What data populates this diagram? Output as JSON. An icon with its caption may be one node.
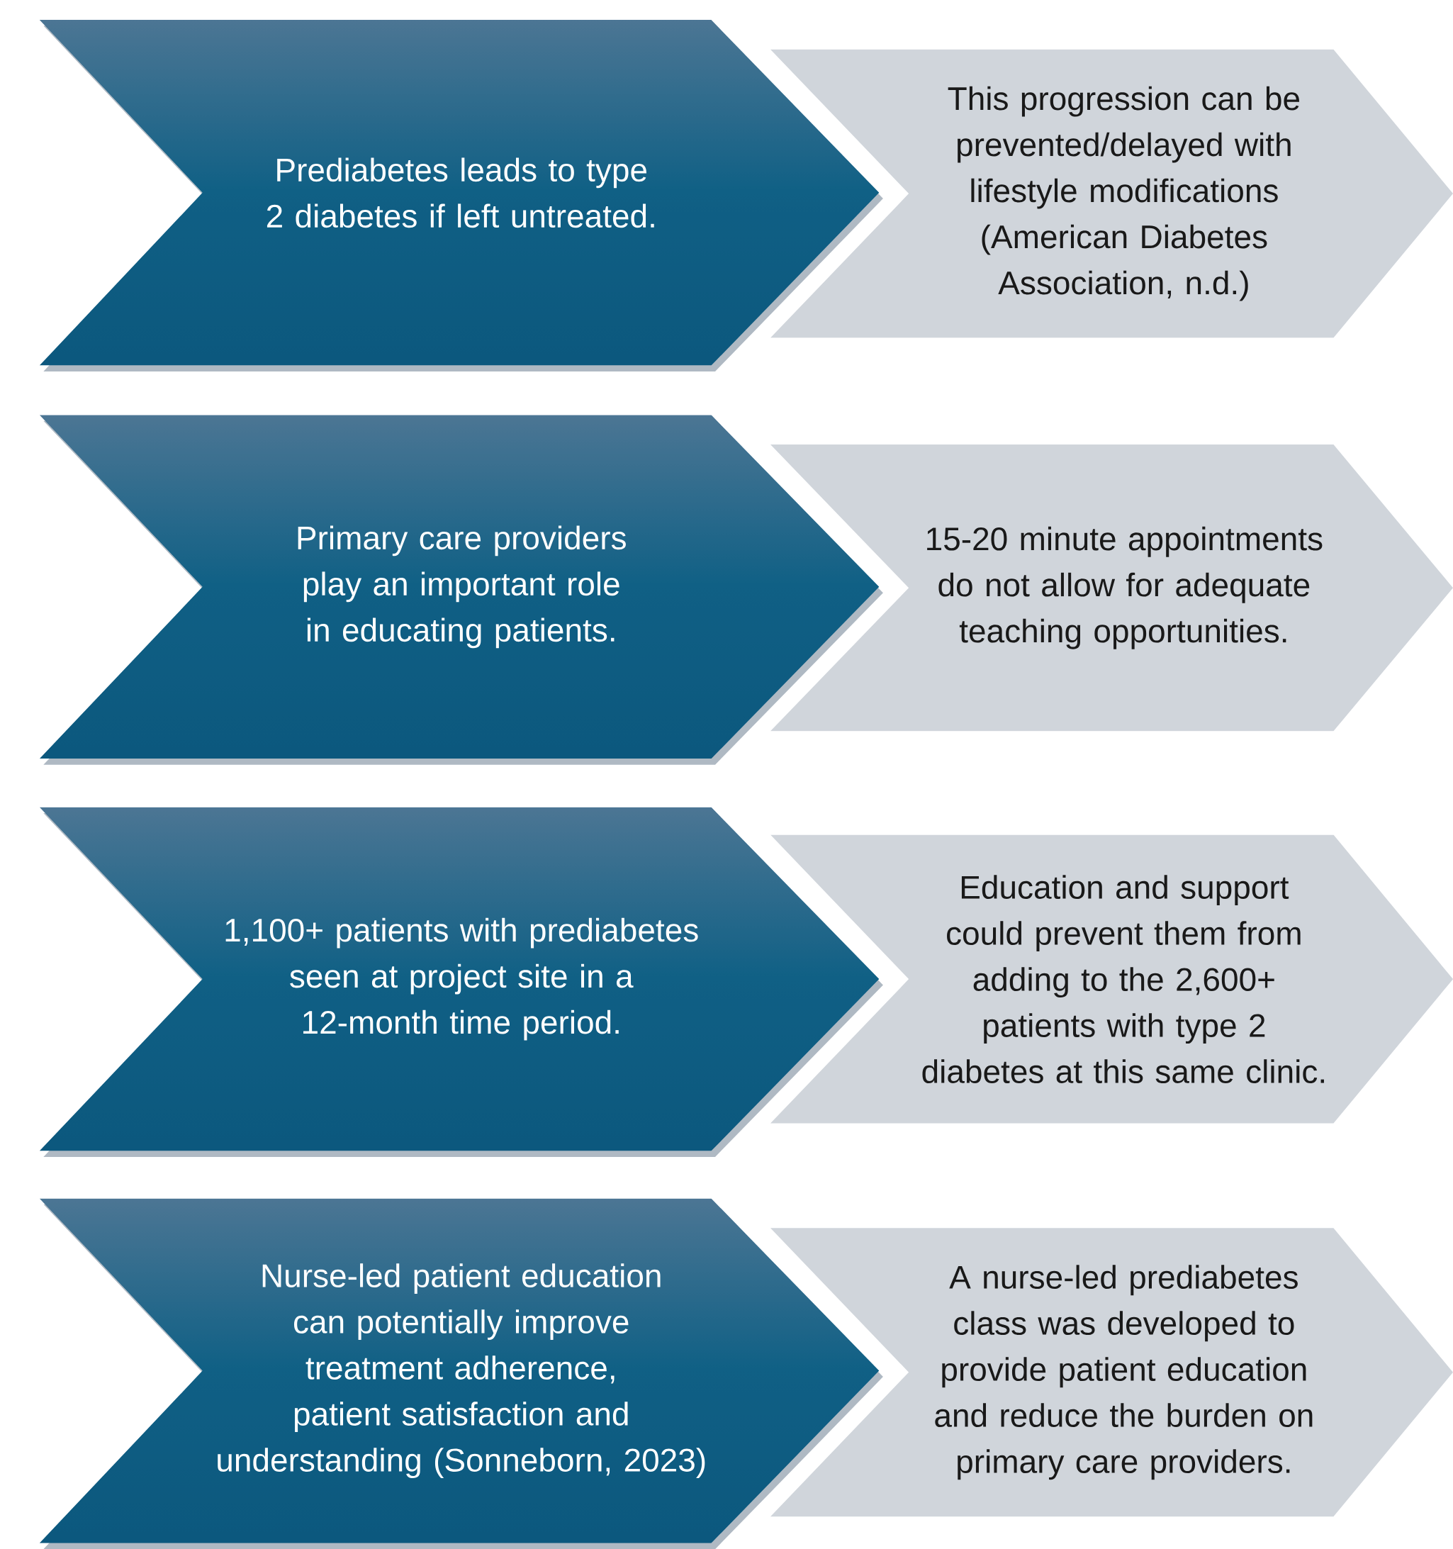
{
  "diagram": {
    "nodes": [
      {
        "text": [
          "Prediabetes leads to type 2 diabetes if left untreated."
        ]
      },
      {
        "text": [
          "This progression can be prevented/delayed with lifestyle modifications (American Diabetes Association, n.d.)"
        ]
      },
      {
        "text": [
          "Primary care providers play an important role in educating patients."
        ]
      },
      {
        "text": [
          "15-20 minute appointments do not allow for adequate teaching opportunities."
        ]
      },
      {
        "text": [
          "1,100+ patients with prediabetes seen at project site in a 12-month time period."
        ]
      },
      {
        "text": [
          "Education and support could prevent them from adding to the 2,600+ patients with type 2 diabetes at this same clinic."
        ]
      },
      {
        "text": [
          "Nurse-led patient education can potentially improve treatment adherence, patient satisfaction and understanding (Sonneborn, 2023)"
        ]
      },
      {
        "text": [
          "A nurse-led prediabetes class was developed to provide patient education and reduce the burden on primary care providers."
        ]
      }
    ]
  }
}
